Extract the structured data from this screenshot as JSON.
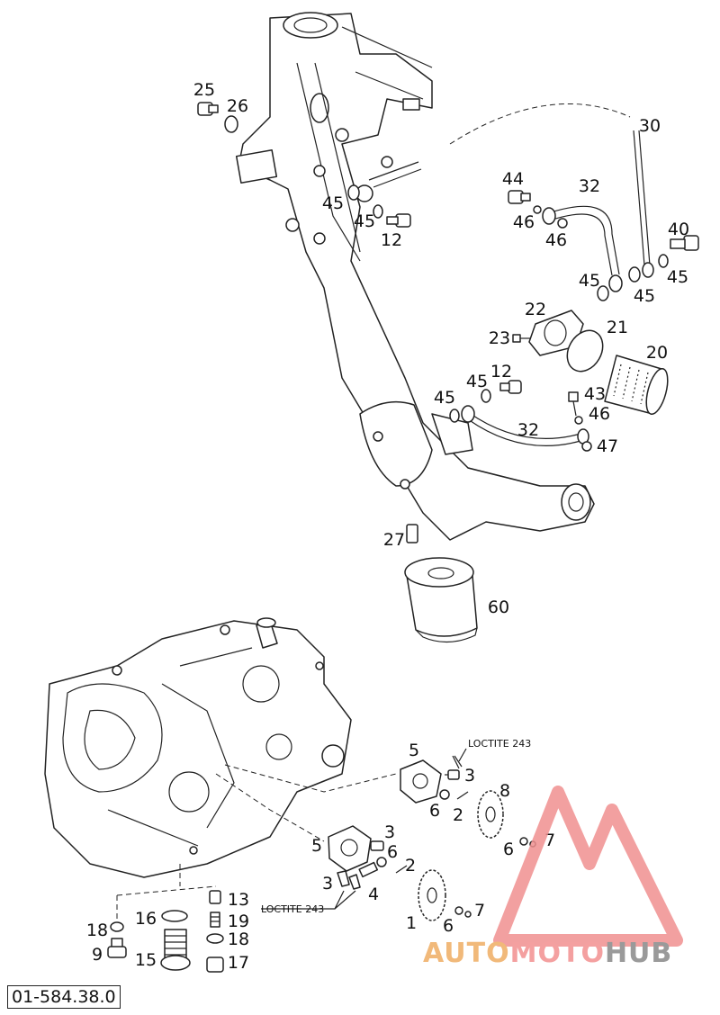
{
  "labels": [
    {
      "id": "25a",
      "text": "25"
    },
    {
      "id": "26a",
      "text": "26"
    },
    {
      "id": "45a",
      "text": "45"
    },
    {
      "id": "45b",
      "text": "45"
    },
    {
      "id": "12a",
      "text": "12"
    },
    {
      "id": "30a",
      "text": "30"
    },
    {
      "id": "44a",
      "text": "44"
    },
    {
      "id": "32a",
      "text": "32"
    },
    {
      "id": "46a",
      "text": "46"
    },
    {
      "id": "46b",
      "text": "46"
    },
    {
      "id": "40a",
      "text": "40"
    },
    {
      "id": "45c",
      "text": "45"
    },
    {
      "id": "45d",
      "text": "45"
    },
    {
      "id": "45e",
      "text": "45"
    },
    {
      "id": "22a",
      "text": "22"
    },
    {
      "id": "21a",
      "text": "21"
    },
    {
      "id": "23a",
      "text": "23"
    },
    {
      "id": "20a",
      "text": "20"
    },
    {
      "id": "12b",
      "text": "12"
    },
    {
      "id": "45f",
      "text": "45"
    },
    {
      "id": "45g",
      "text": "45"
    },
    {
      "id": "43a",
      "text": "43"
    },
    {
      "id": "46c",
      "text": "46"
    },
    {
      "id": "32b",
      "text": "32"
    },
    {
      "id": "47a",
      "text": "47"
    },
    {
      "id": "27a",
      "text": "27"
    },
    {
      "id": "60a",
      "text": "60"
    },
    {
      "id": "5a",
      "text": "5"
    },
    {
      "id": "3a",
      "text": "3"
    },
    {
      "id": "8a",
      "text": "8"
    },
    {
      "id": "6a",
      "text": "6"
    },
    {
      "id": "2a",
      "text": "2"
    },
    {
      "id": "6b",
      "text": "6"
    },
    {
      "id": "7a",
      "text": "7"
    },
    {
      "id": "5b",
      "text": "5"
    },
    {
      "id": "3b",
      "text": "3"
    },
    {
      "id": "6c",
      "text": "6"
    },
    {
      "id": "2b",
      "text": "2"
    },
    {
      "id": "3c",
      "text": "3"
    },
    {
      "id": "4a",
      "text": "4"
    },
    {
      "id": "1a",
      "text": "1"
    },
    {
      "id": "6d",
      "text": "6"
    },
    {
      "id": "7b",
      "text": "7"
    },
    {
      "id": "13a",
      "text": "13"
    },
    {
      "id": "16a",
      "text": "16"
    },
    {
      "id": "19a",
      "text": "19"
    },
    {
      "id": "18a",
      "text": "18"
    },
    {
      "id": "18b",
      "text": "18"
    },
    {
      "id": "9a",
      "text": "9"
    },
    {
      "id": "15a",
      "text": "15"
    },
    {
      "id": "17a",
      "text": "17"
    }
  ],
  "notes": {
    "loctite_top": "LOCTITE 243",
    "loctite_bottom": "LOCTITE 243"
  },
  "doc_number": "01-584.38.0",
  "watermark": {
    "auto": "AUTO",
    "moto": "MOTO",
    "hub": "HUB",
    "colors": {
      "auto": "#f1b97a",
      "moto": "#f4a0a0",
      "hub": "#9a9a9a"
    }
  }
}
